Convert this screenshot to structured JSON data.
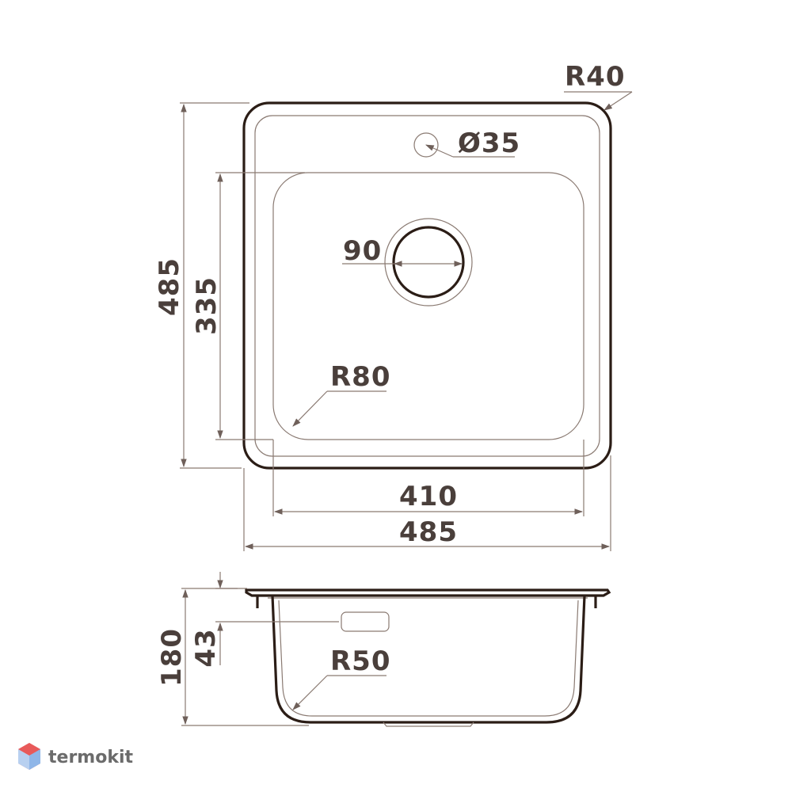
{
  "top_view": {
    "corner_radius_label": "R40",
    "tap_hole_label": "Ø35",
    "drain_label": "90",
    "bowl_radius_label": "R80",
    "overall_height_label": "485",
    "bowl_height_label": "335",
    "bowl_width_label": "410",
    "overall_width_label": "485"
  },
  "side_view": {
    "depth_label": "180",
    "overflow_label": "43",
    "bottom_radius_label": "R50"
  },
  "watermark": {
    "brand": "termokit"
  }
}
